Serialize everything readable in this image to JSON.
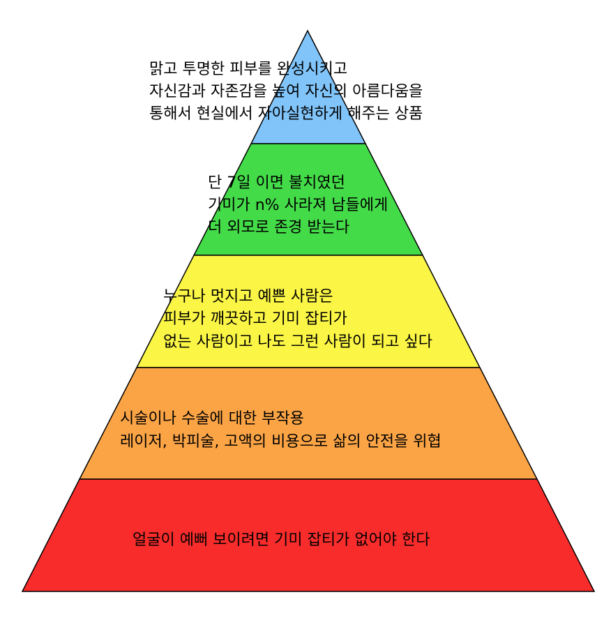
{
  "diagram": {
    "type": "pyramid",
    "layers": [
      {
        "name": "top",
        "color": "#80C4FA",
        "lines": [
          "맑고 투명한 피부를 완성시키고",
          "자신감과 자존감을 높여 자신의 아름다움을",
          "통해서 현실에서 자아실현하게 해주는 상품"
        ]
      },
      {
        "name": "second",
        "color": "#44DB49",
        "lines": [
          "단 7일 이면 불치였던",
          "기미가 n% 사라져 남들에게",
          "더 외모로 존경 받는다"
        ]
      },
      {
        "name": "third",
        "color": "#FBF646",
        "lines": [
          "누구나 멋지고 예쁜 사람은",
          "피부가 깨끗하고 기미 잡티가",
          "없는 사람이고 나도 그런 사람이 되고 싶다"
        ]
      },
      {
        "name": "fourth",
        "color": "#FBA446",
        "lines": [
          "시술이나 수술에 대한 부작용",
          "레이저, 박피술, 고액의 비용으로 삶의 안전을 위협"
        ]
      },
      {
        "name": "base",
        "color": "#F92C2C",
        "lines": [
          "얼굴이 예뻐 보이려면 기미 잡티가 없어야 한다"
        ]
      }
    ]
  }
}
